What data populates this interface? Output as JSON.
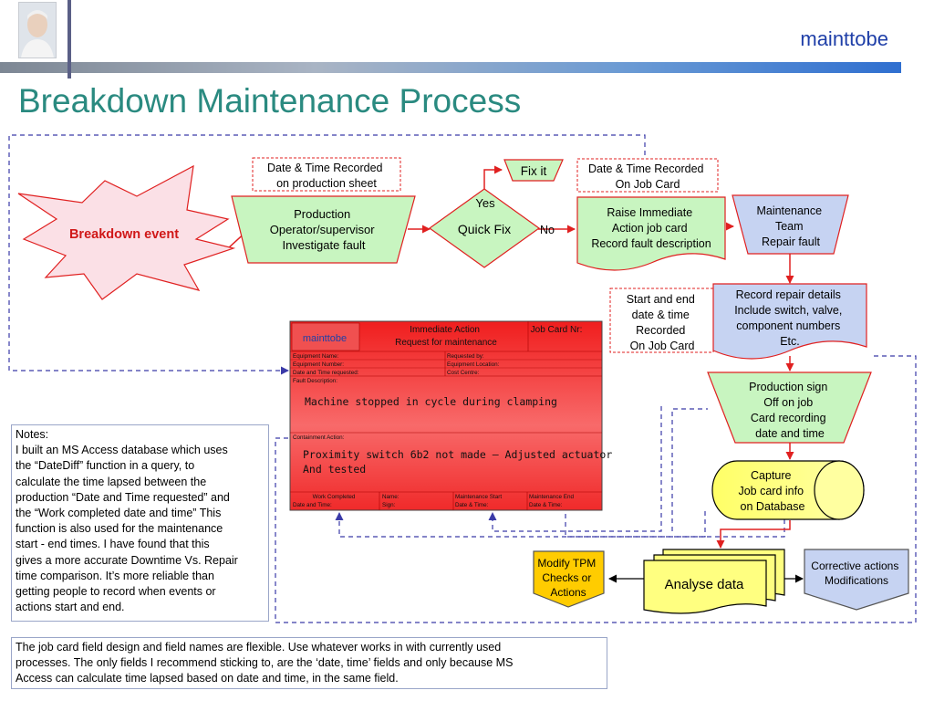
{
  "header": {
    "brand": "mainttobe",
    "title": "Breakdown Maintenance Process"
  },
  "nodes": {
    "breakdown": "Breakdown event",
    "date_prod": [
      "Date & Time Recorded",
      "on production sheet"
    ],
    "operator": [
      "Production",
      "Operator/supervisor",
      "Investigate fault"
    ],
    "quick_fix": "Quick Fix",
    "yes": "Yes",
    "no": "No",
    "fix_it": "Fix it",
    "date_job": [
      "Date & Time Recorded",
      "On Job Card"
    ],
    "raise": [
      "Raise Immediate",
      "Action job card",
      "Record fault description"
    ],
    "team": [
      "Maintenance",
      "Team",
      "Repair fault"
    ],
    "start_end": [
      "Start and end",
      "date & time",
      "Recorded",
      "On Job Card"
    ],
    "record_repair": [
      "Record repair details",
      "Include switch, valve,",
      "component numbers",
      "Etc."
    ],
    "prod_sign": [
      "Production sign",
      "Off on job",
      "Card recording",
      "date and time"
    ],
    "capture": [
      "Capture",
      "Job card info",
      "on Database"
    ],
    "analyse": "Analyse data",
    "modify": [
      "Modify TPM",
      "Checks or",
      "Actions"
    ],
    "corrective": [
      "Corrective actions",
      "Modifications"
    ]
  },
  "job_card": {
    "brand": "mainttobe",
    "heading": [
      "Immediate Action",
      "Request for maintenance"
    ],
    "card_nr": "Job Card Nr:",
    "left_fields": [
      "Equipment Name:",
      "Equipment Number:",
      "Date and Time requested:"
    ],
    "right_fields": [
      "Requested by:",
      "Equipment Location:",
      "Cost Centre:"
    ],
    "fault_label": "Fault Description:",
    "fault_text": "Machine stopped in cycle during clamping",
    "containment_label": "Containment Action:",
    "containment_text": [
      "Proximity switch 6b2 not made – Adjusted actuator",
      "And tested"
    ],
    "footer": [
      [
        "Work Completed",
        "Date and Time:"
      ],
      [
        "Name:",
        "Sign:"
      ],
      [
        "Maintenance Start",
        "Date & Time:"
      ],
      [
        "Maintenance End",
        "Date & Time:"
      ]
    ]
  },
  "notes": {
    "lines": [
      "Notes:",
      "I built an MS Access database which uses",
      "the “DateDiff” function in a query, to",
      "calculate the time lapsed between the",
      "production “Date and Time requested” and",
      "the “Work completed date and time” This",
      "function is also used for the maintenance",
      "start - end times. I have found that this",
      "gives a more accurate Downtime Vs. Repair",
      "time  comparison. It’s more reliable than",
      "getting people to record when events or",
      "actions start and end."
    ]
  },
  "footnote": {
    "lines": [
      "The job card field design and field names are flexible. Use whatever works in with currently used",
      "processes.  The only fields I recommend sticking to, are the ‘date, time’ fields and only because MS",
      "Access can calculate time lapsed based on date and time, in the same field."
    ]
  },
  "colors": {
    "title": "#2a8a80",
    "brand": "#1f3fa8",
    "green": "#c8f5c0",
    "lavender": "#c6d3f2",
    "yellow": "#ffff80",
    "card_red": "#f23c3c",
    "pink": "#fbe0e6",
    "arrow": "#e02020",
    "dash": "#3a3aa8"
  }
}
